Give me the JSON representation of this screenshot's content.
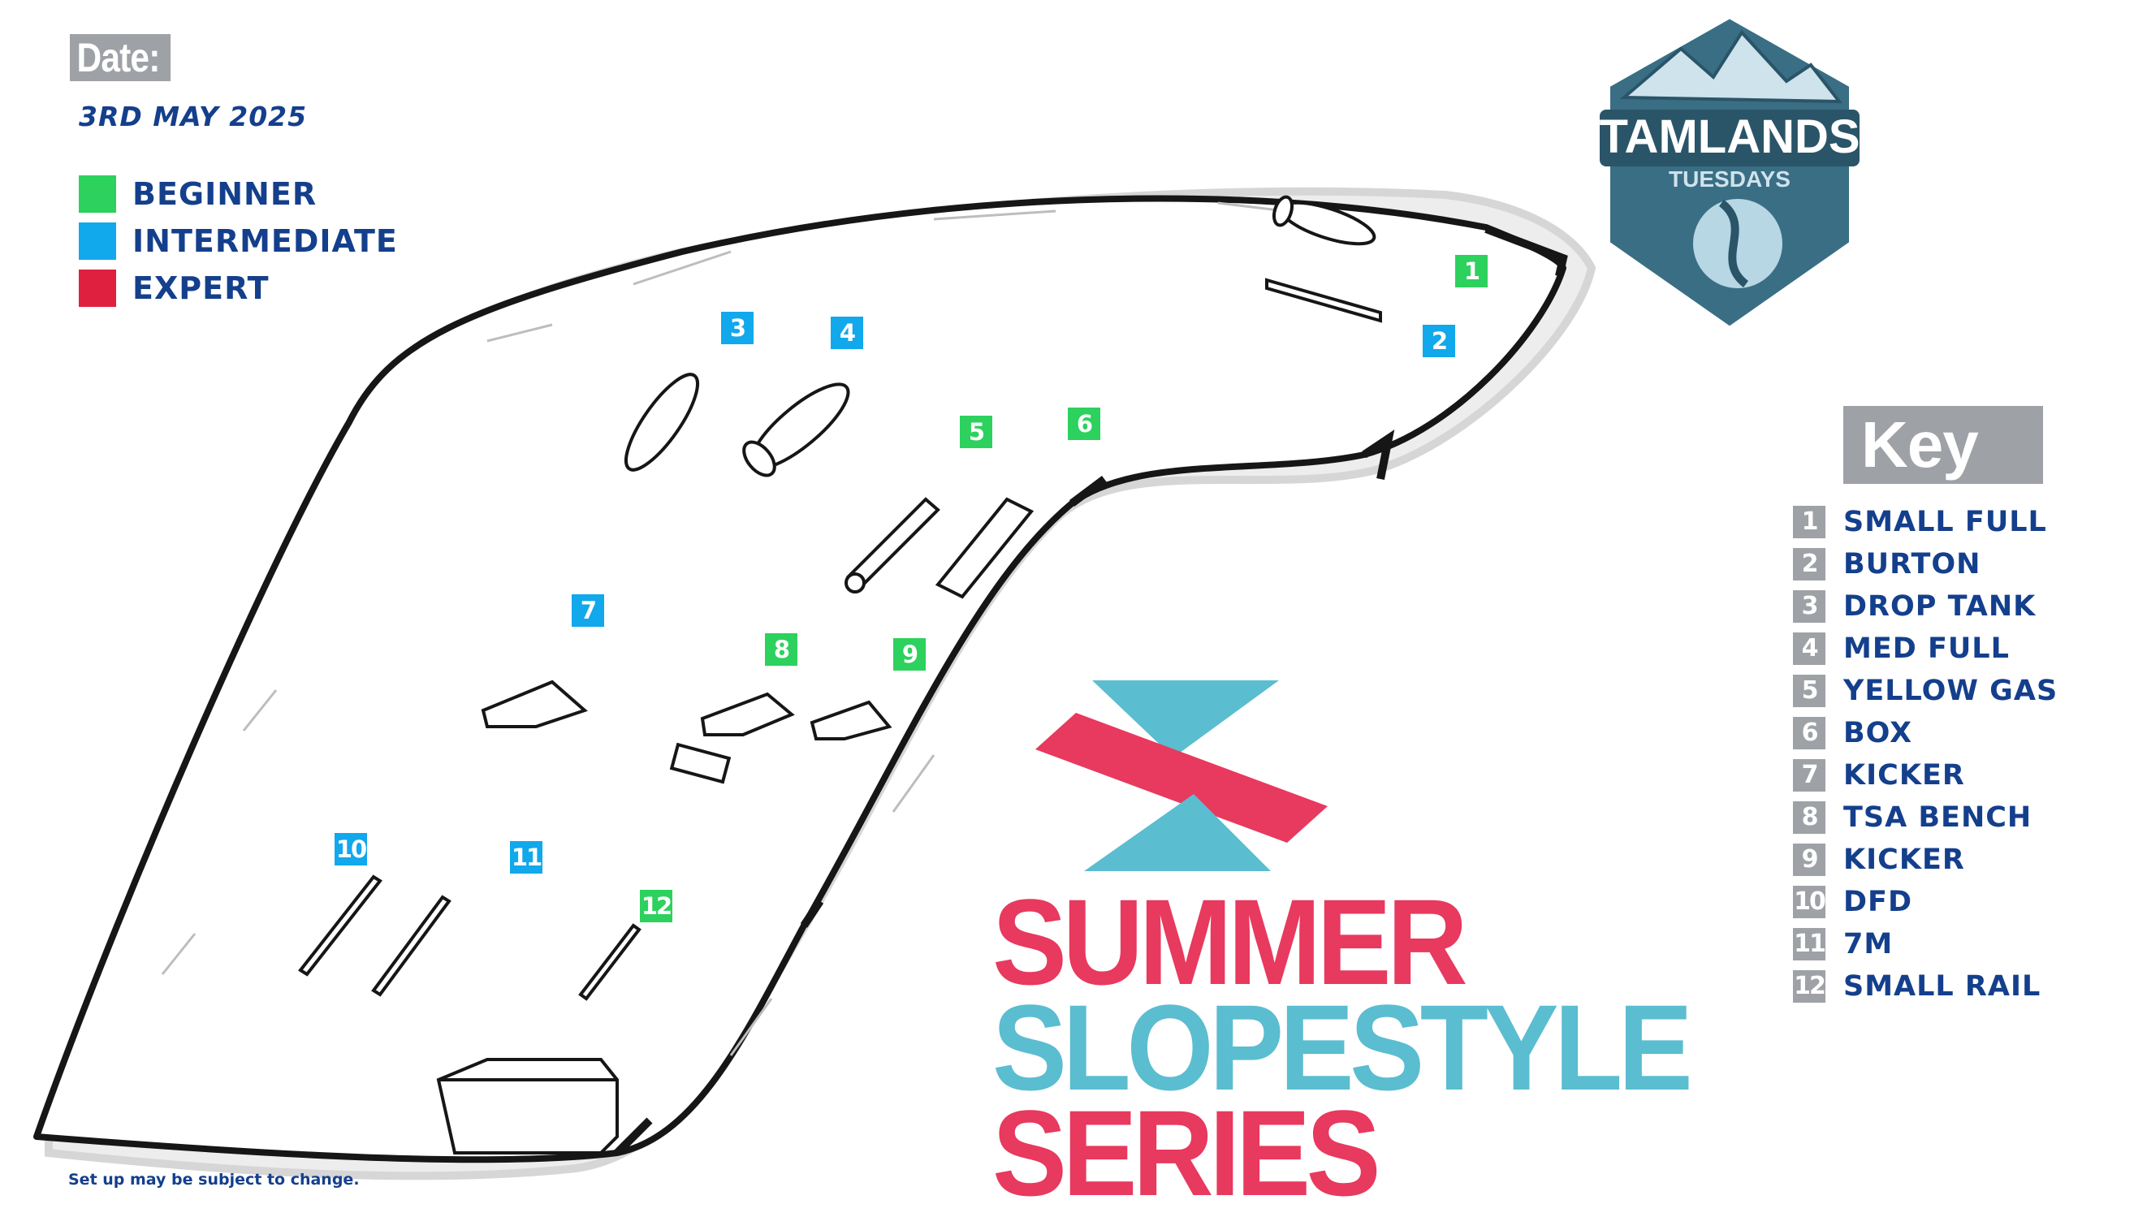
{
  "colors": {
    "beginner": "#2dd15d",
    "intermediate": "#11a8ec",
    "expert": "#e0203f",
    "navy": "#143f8c",
    "grey": "#9ea1a6",
    "pink": "#e8395e",
    "teal": "#5bbdd0"
  },
  "header": {
    "date_label": "Date:",
    "date_value": "3RD MAY 2025"
  },
  "legend": [
    {
      "label": "BEGINNER",
      "level": "beginner"
    },
    {
      "label": "INTERMEDIATE",
      "level": "intermediate"
    },
    {
      "label": "EXPERT",
      "level": "expert"
    }
  ],
  "logo": {
    "name": "TAMLANDS",
    "sub": "TUESDAYS"
  },
  "key": {
    "title": "Key",
    "items": [
      {
        "num": "1",
        "label": "SMALL FULL"
      },
      {
        "num": "2",
        "label": "BURTON"
      },
      {
        "num": "3",
        "label": "DROP TANK"
      },
      {
        "num": "4",
        "label": "MED FULL"
      },
      {
        "num": "5",
        "label": "YELLOW GAS"
      },
      {
        "num": "6",
        "label": "BOX"
      },
      {
        "num": "7",
        "label": "KICKER"
      },
      {
        "num": "8",
        "label": "TSA BENCH"
      },
      {
        "num": "9",
        "label": "KICKER"
      },
      {
        "num": "10",
        "label": "DFD"
      },
      {
        "num": "11",
        "label": "7M"
      },
      {
        "num": "12",
        "label": "SMALL RAIL"
      }
    ]
  },
  "markers": [
    {
      "num": "1",
      "level": "beginner"
    },
    {
      "num": "2",
      "level": "intermediate"
    },
    {
      "num": "3",
      "level": "intermediate"
    },
    {
      "num": "4",
      "level": "intermediate"
    },
    {
      "num": "5",
      "level": "beginner"
    },
    {
      "num": "6",
      "level": "beginner"
    },
    {
      "num": "7",
      "level": "intermediate"
    },
    {
      "num": "8",
      "level": "beginner"
    },
    {
      "num": "9",
      "level": "beginner"
    },
    {
      "num": "10",
      "level": "intermediate"
    },
    {
      "num": "11",
      "level": "intermediate"
    },
    {
      "num": "12",
      "level": "beginner"
    }
  ],
  "event": {
    "line1": "SUMMER",
    "line2": "SLOPESTYLE",
    "line3": "SERIES"
  },
  "disclaimer": "Set up may be subject to change."
}
